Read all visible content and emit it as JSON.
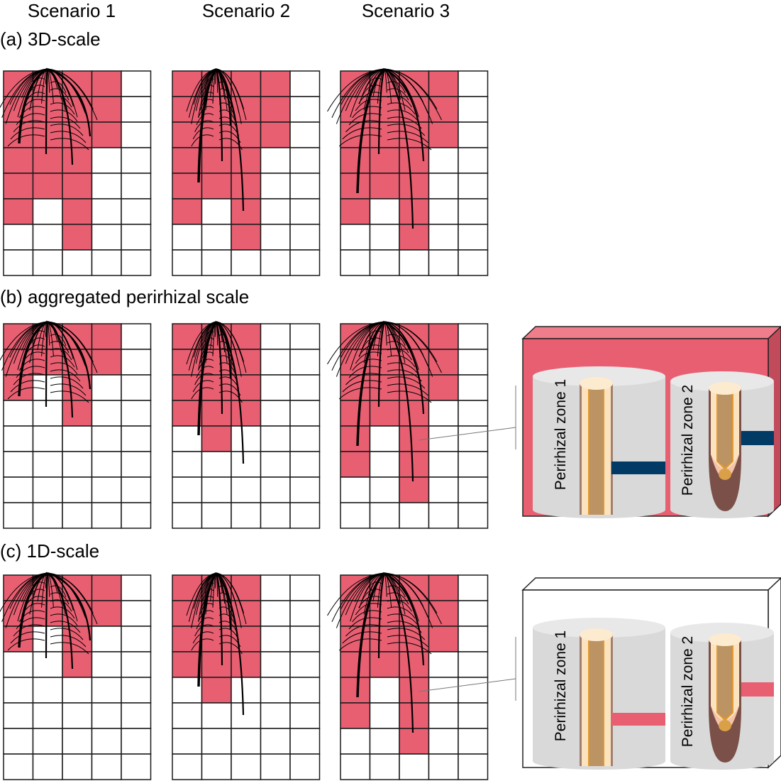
{
  "scenarios": [
    "Scenario 1",
    "Scenario 2",
    "Scenario 3"
  ],
  "panels": [
    {
      "label": "(a) 3D-scale",
      "grids": [
        [
          "11110",
          "11110",
          "11110",
          "11100",
          "11100",
          "10100",
          "00100",
          "00000"
        ],
        [
          "11110",
          "11110",
          "11110",
          "11100",
          "11100",
          "10100",
          "00100",
          "00000"
        ],
        [
          "11110",
          "11110",
          "11110",
          "11100",
          "11100",
          "10100",
          "00100",
          "00000"
        ]
      ]
    },
    {
      "label": "(b) aggregated perirhizal scale",
      "grids": [
        [
          "11110",
          "11110",
          "10100",
          "00100",
          "00000",
          "00000",
          "00000",
          "00000"
        ],
        [
          "11100",
          "11100",
          "11100",
          "11100",
          "01000",
          "00000",
          "00000",
          "00000"
        ],
        [
          "11110",
          "11110",
          "11110",
          "11100",
          "10100",
          "10100",
          "00100",
          "00000"
        ]
      ],
      "zones": [
        "Perirhizal zone 1",
        "Perirhizal zone 2"
      ],
      "box_color": "#e95f72",
      "bar_color": "#023a66"
    },
    {
      "label": "(c) 1D-scale",
      "grids": [
        [
          "11110",
          "11110",
          "10100",
          "00100",
          "00000",
          "00000",
          "00000",
          "00000"
        ],
        [
          "11100",
          "11100",
          "11100",
          "11100",
          "01000",
          "00000",
          "00000",
          "00000"
        ],
        [
          "11110",
          "11110",
          "11110",
          "11100",
          "10100",
          "10100",
          "00100",
          "00000"
        ]
      ],
      "zones": [
        "Perirhizal zone 1",
        "Perirhizal zone 2"
      ],
      "box_color": "#ffffff",
      "bar_color": "#e95f72"
    }
  ],
  "colors": {
    "fill": "#e95f72",
    "grid": "#1a1a1a"
  }
}
